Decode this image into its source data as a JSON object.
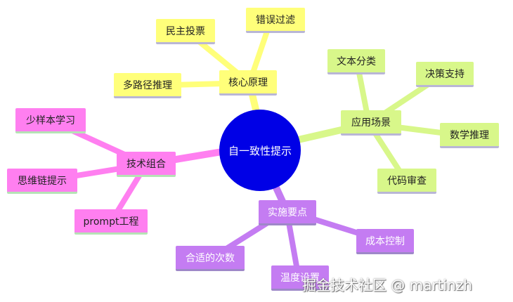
{
  "root": {
    "label": "自一致性提示"
  },
  "branches": {
    "core": {
      "label": "核心原理",
      "children": [
        "多路径推理",
        "民主投票",
        "错误过滤"
      ]
    },
    "apps": {
      "label": "应用场景",
      "children": [
        "文本分类",
        "决策支持",
        "数学推理",
        "代码审查"
      ]
    },
    "impl": {
      "label": "实施要点",
      "children": [
        "合适的次数",
        "温度设置",
        "成本控制"
      ]
    },
    "combo": {
      "label": "技术组合",
      "children": [
        "少样本学习",
        "思维链提示",
        "prompt工程"
      ]
    }
  },
  "colors": {
    "root": "#0000e6",
    "core": "#ffff7a",
    "apps": "#d8f78a",
    "impl": "#c47cf2",
    "combo": "#ff7ff0"
  },
  "watermark": "掘金技术社区 @ martinzh"
}
